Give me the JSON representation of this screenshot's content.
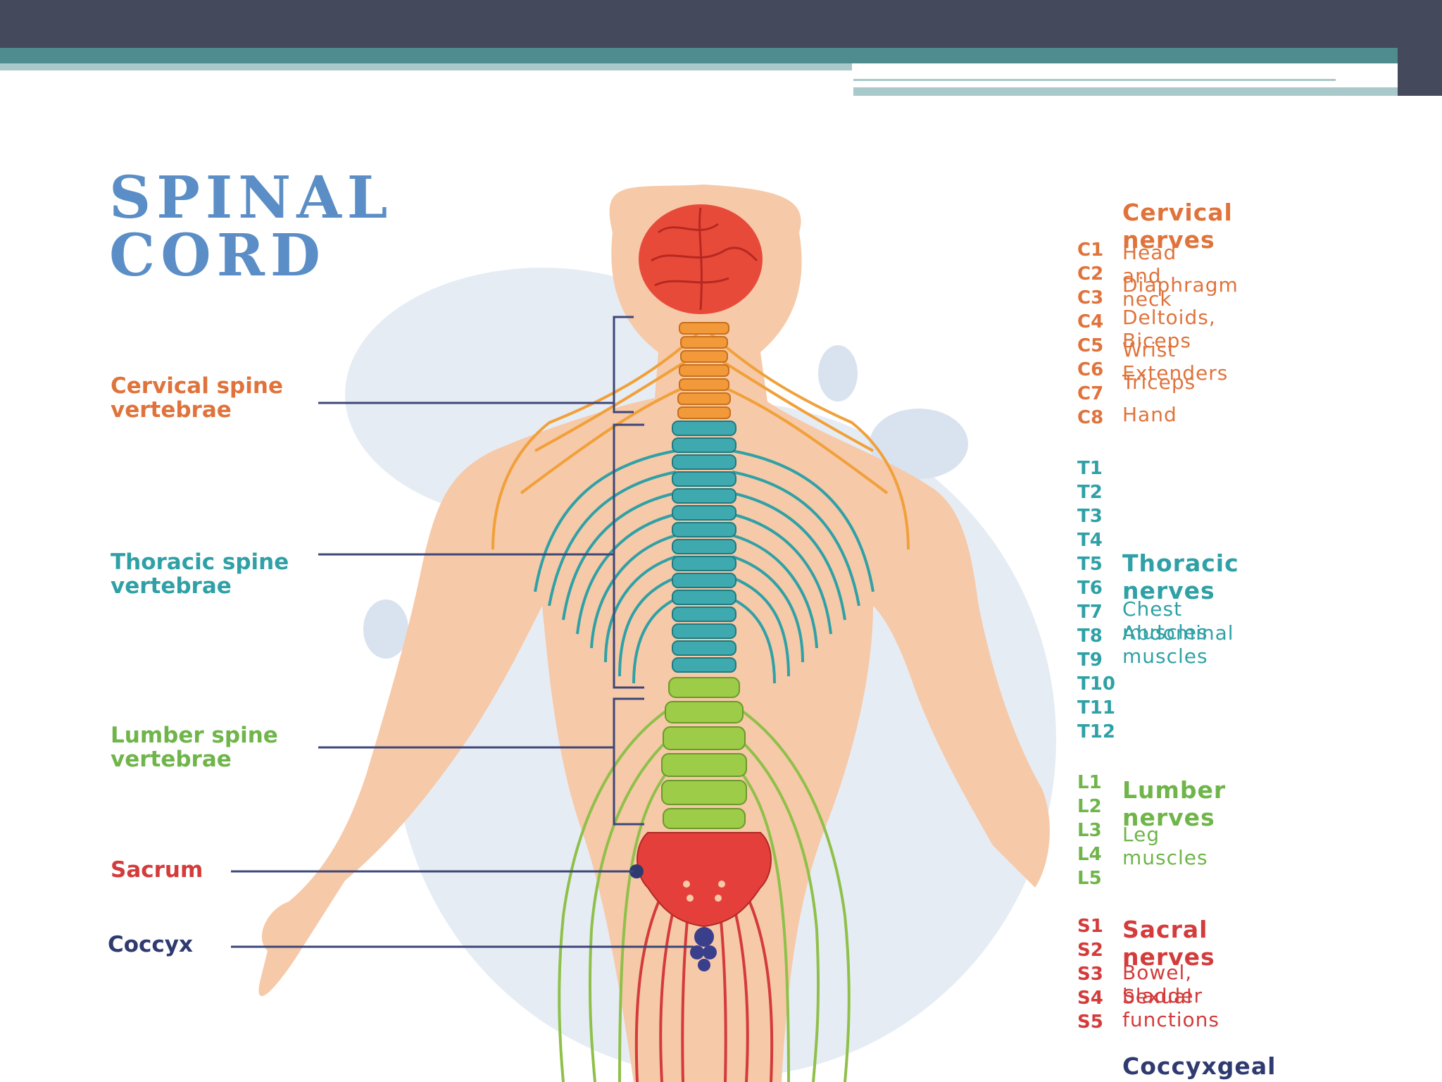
{
  "title": {
    "line1": "SPINAL",
    "line2": "CORD"
  },
  "left_labels": {
    "cervical": {
      "line1": "Cervical spine",
      "line2": "vertebrae"
    },
    "thoracic": {
      "line1": "Thoracic spine",
      "line2": "vertebrae"
    },
    "lumber": {
      "line1": "Lumber spine",
      "line2": "vertebrae"
    },
    "sacrum": "Sacrum",
    "coccyx": "Coccyx"
  },
  "right_panel": {
    "cervical": {
      "heading": "Cervical nerves",
      "codes": [
        "C1",
        "C2",
        "C3",
        "C4",
        "C5",
        "C6",
        "C7",
        "C8"
      ],
      "functions": [
        "Head and neck",
        "Diaphragm",
        "Deltoids, Biceps",
        "Wrist Extenders",
        "Triceps",
        "Hand"
      ]
    },
    "thoracic": {
      "heading": "Thoracic nerves",
      "codes": [
        "T1",
        "T2",
        "T3",
        "T4",
        "T5",
        "T6",
        "T7",
        "T8",
        "T9",
        "T10",
        "T11",
        "T12"
      ],
      "functions": [
        "Chest muscles",
        "Abdominal muscles"
      ]
    },
    "lumber": {
      "heading": "Lumber nerves",
      "codes": [
        "L1",
        "L2",
        "L3",
        "L4",
        "L5"
      ],
      "functions": [
        "Leg muscles"
      ]
    },
    "sacral": {
      "heading": "Sacral nerves",
      "codes": [
        "S1",
        "S2",
        "S3",
        "S4",
        "S5"
      ],
      "functions": [
        "Bowel, bladder",
        "Sexual functions"
      ]
    },
    "coccygeal": {
      "heading": "Coccyxgeal"
    }
  },
  "colors": {
    "cervical": "#e0733b",
    "thoracic": "#2fa1a6",
    "lumber": "#6fb54a",
    "sacral": "#d43b3b",
    "coccyx": "#2f3a70",
    "title": "#5b8ec6",
    "skin": "#f6c9a8",
    "background_blob": "#e6ecf4"
  }
}
